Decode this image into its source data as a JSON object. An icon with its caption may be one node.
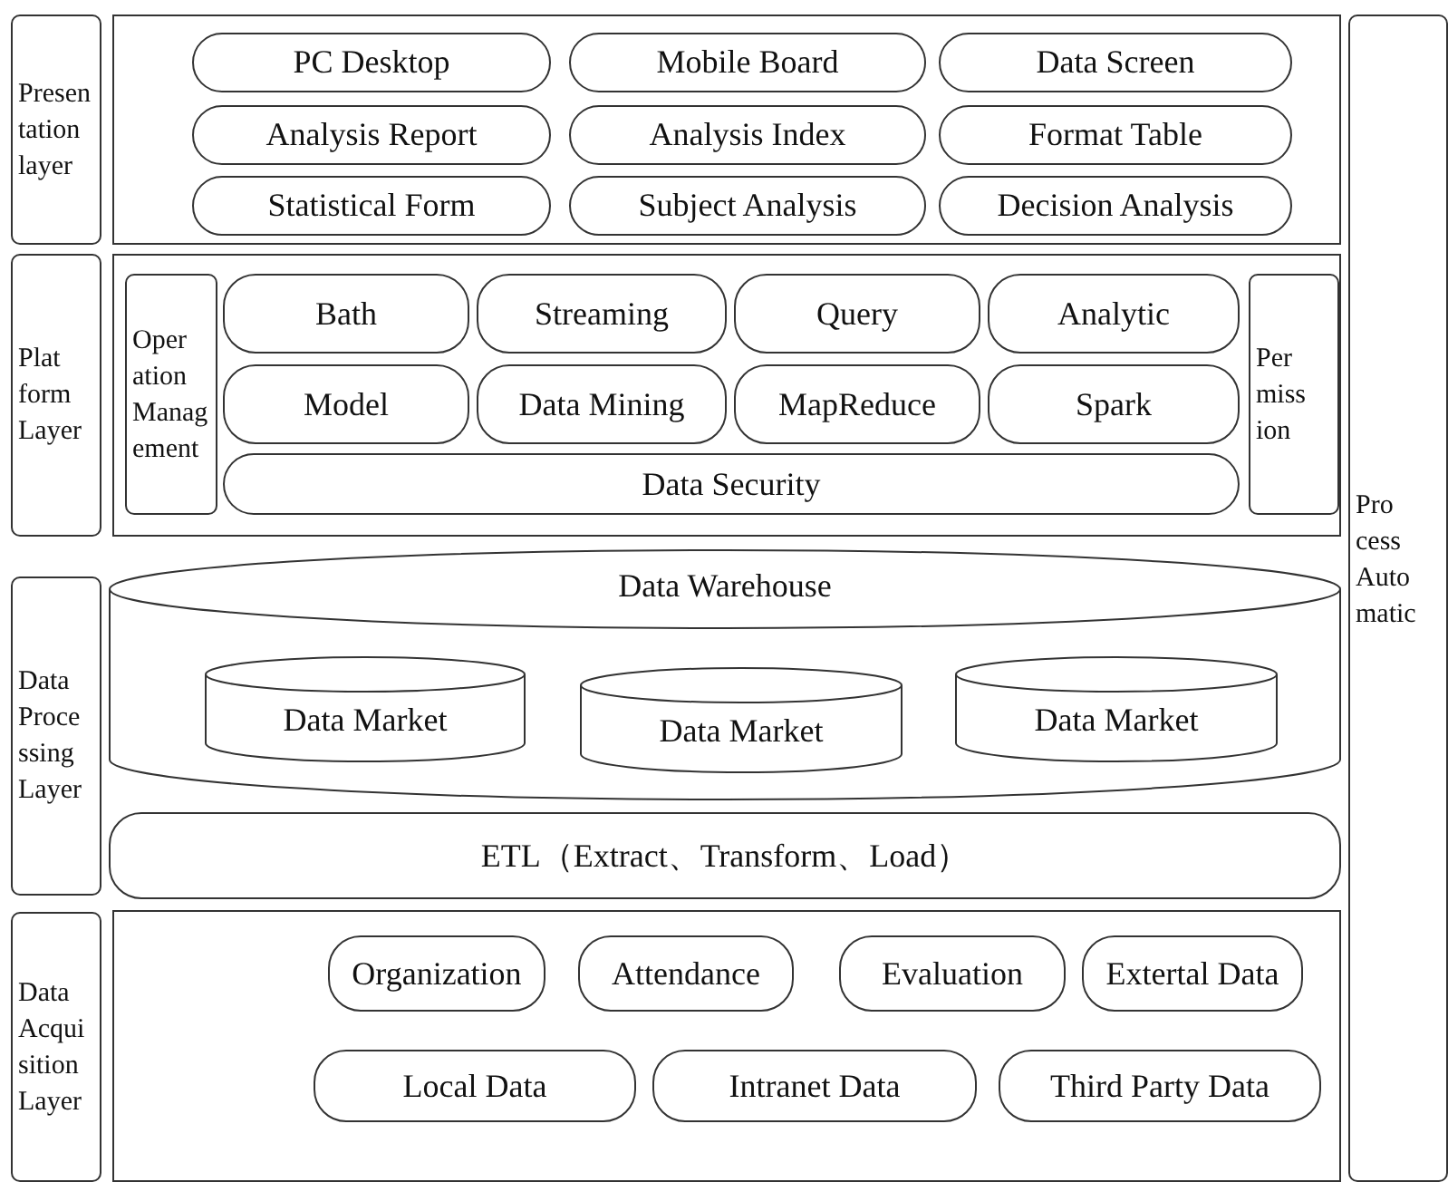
{
  "diagram": {
    "nodes": [
      {
        "text": [
          "Presen tation layer"
        ]
      },
      {
        "text": [],
        "shape": "box"
      },
      {
        "text": [
          "PC Desktop"
        ],
        "in": 1
      },
      {
        "text": [
          "Mobile Board"
        ],
        "in": 1
      },
      {
        "text": [
          "Data Screen"
        ],
        "in": 1
      },
      {
        "text": [
          "Analysis Report"
        ],
        "in": 1
      },
      {
        "text": [
          "Analysis Index"
        ],
        "in": 1
      },
      {
        "text": [
          "Format Table"
        ],
        "in": 1
      },
      {
        "text": [
          "Statistical Form"
        ],
        "in": 1
      },
      {
        "text": [
          "Subject Analysis"
        ],
        "in": 1
      },
      {
        "text": [
          "Decision Analysis"
        ],
        "in": 1
      },
      {
        "text": [
          "Plat form Layer"
        ]
      },
      {
        "text": [],
        "shape": "box"
      },
      {
        "text": [
          "Oper ation Manag ement"
        ],
        "in": 12
      },
      {
        "text": [
          "Bath"
        ],
        "in": 12
      },
      {
        "text": [
          "Streaming"
        ],
        "in": 12
      },
      {
        "text": [
          "Query"
        ],
        "in": 12
      },
      {
        "text": [
          "Analytic"
        ],
        "in": 12
      },
      {
        "text": [
          "Model"
        ],
        "in": 12
      },
      {
        "text": [
          "Data Mining"
        ],
        "in": 12
      },
      {
        "text": [
          "MapReduce"
        ],
        "in": 12
      },
      {
        "text": [
          "Spark"
        ],
        "in": 12
      },
      {
        "text": [
          "Data Security"
        ],
        "in": 12
      },
      {
        "text": [
          "Per miss ion"
        ],
        "in": 12
      },
      {
        "text": [
          "Pro cess Auto matic"
        ]
      },
      {
        "text": [
          "Data Proce ssing Layer"
        ]
      },
      {
        "text": [
          "Data Warehouse"
        ]
      },
      {
        "text": [
          "Data Market"
        ],
        "in": 26
      },
      {
        "text": [
          "Data Market"
        ],
        "in": 26
      },
      {
        "text": [
          "Data Market"
        ],
        "in": 26
      },
      {
        "text": [
          "ETL（Extract、Transform、Load）"
        ]
      },
      {
        "text": [
          "Data Acqui sition Layer"
        ]
      },
      {
        "text": [],
        "shape": "box"
      },
      {
        "text": [
          "Organization"
        ],
        "in": 32
      },
      {
        "text": [
          "Attendance"
        ],
        "in": 32
      },
      {
        "text": [
          "Evaluation"
        ],
        "in": 32
      },
      {
        "text": [
          "Extertal Data"
        ],
        "in": 32
      },
      {
        "text": [
          "Local Data"
        ],
        "in": 32
      },
      {
        "text": [
          "Intranet Data"
        ],
        "in": 32
      },
      {
        "text": [
          "Third Party Data"
        ],
        "in": 32
      }
    ],
    "edges": []
  }
}
